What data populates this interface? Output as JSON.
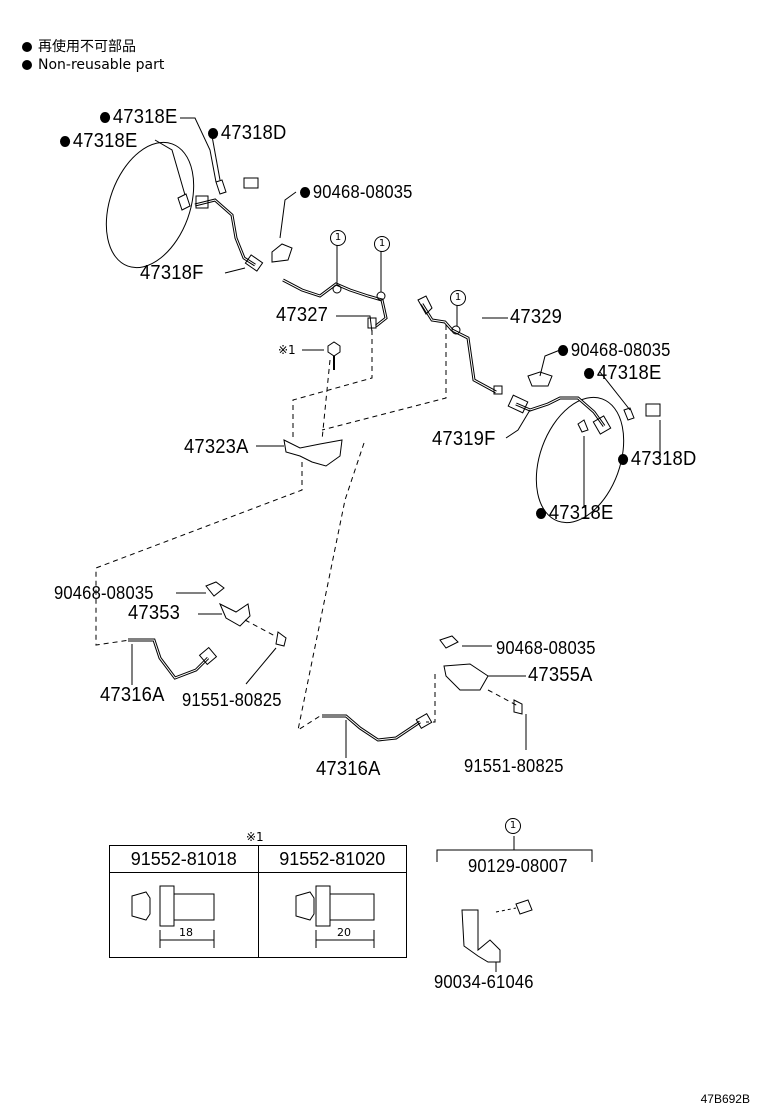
{
  "legend": {
    "line_jp": "再使用不可部品",
    "line_en": "Non-reusable part"
  },
  "labels": {
    "p47318E_a": "47318E",
    "p47318E_b": "47318E",
    "p47318D_a": "47318D",
    "p90468_a": "90468-08035",
    "p47318F": "47318F",
    "p47327": "47327",
    "p47329": "47329",
    "p90468_b": "90468-08035",
    "p47318E_c": "47318E",
    "p47319F": "47319F",
    "p47318D_b": "47318D",
    "p47318E_d": "47318E",
    "p47323A": "47323A",
    "ref_1": "※1",
    "p90468_c": "90468-08035",
    "p47353": "47353",
    "p47316A_a": "47316A",
    "p91551_a": "91551-80825",
    "p90468_d": "90468-08035",
    "p47355A": "47355A",
    "p47316A_b": "47316A",
    "p91551_b": "91551-80825",
    "p90129": "90129-08007",
    "p90034": "90034-61046",
    "circled_one": "1",
    "table_ref": "※1"
  },
  "bolt_table": {
    "col1": "91552-81018",
    "col2": "91552-81020",
    "dim1": "18",
    "dim2": "20"
  },
  "figure_code": "47B692B"
}
